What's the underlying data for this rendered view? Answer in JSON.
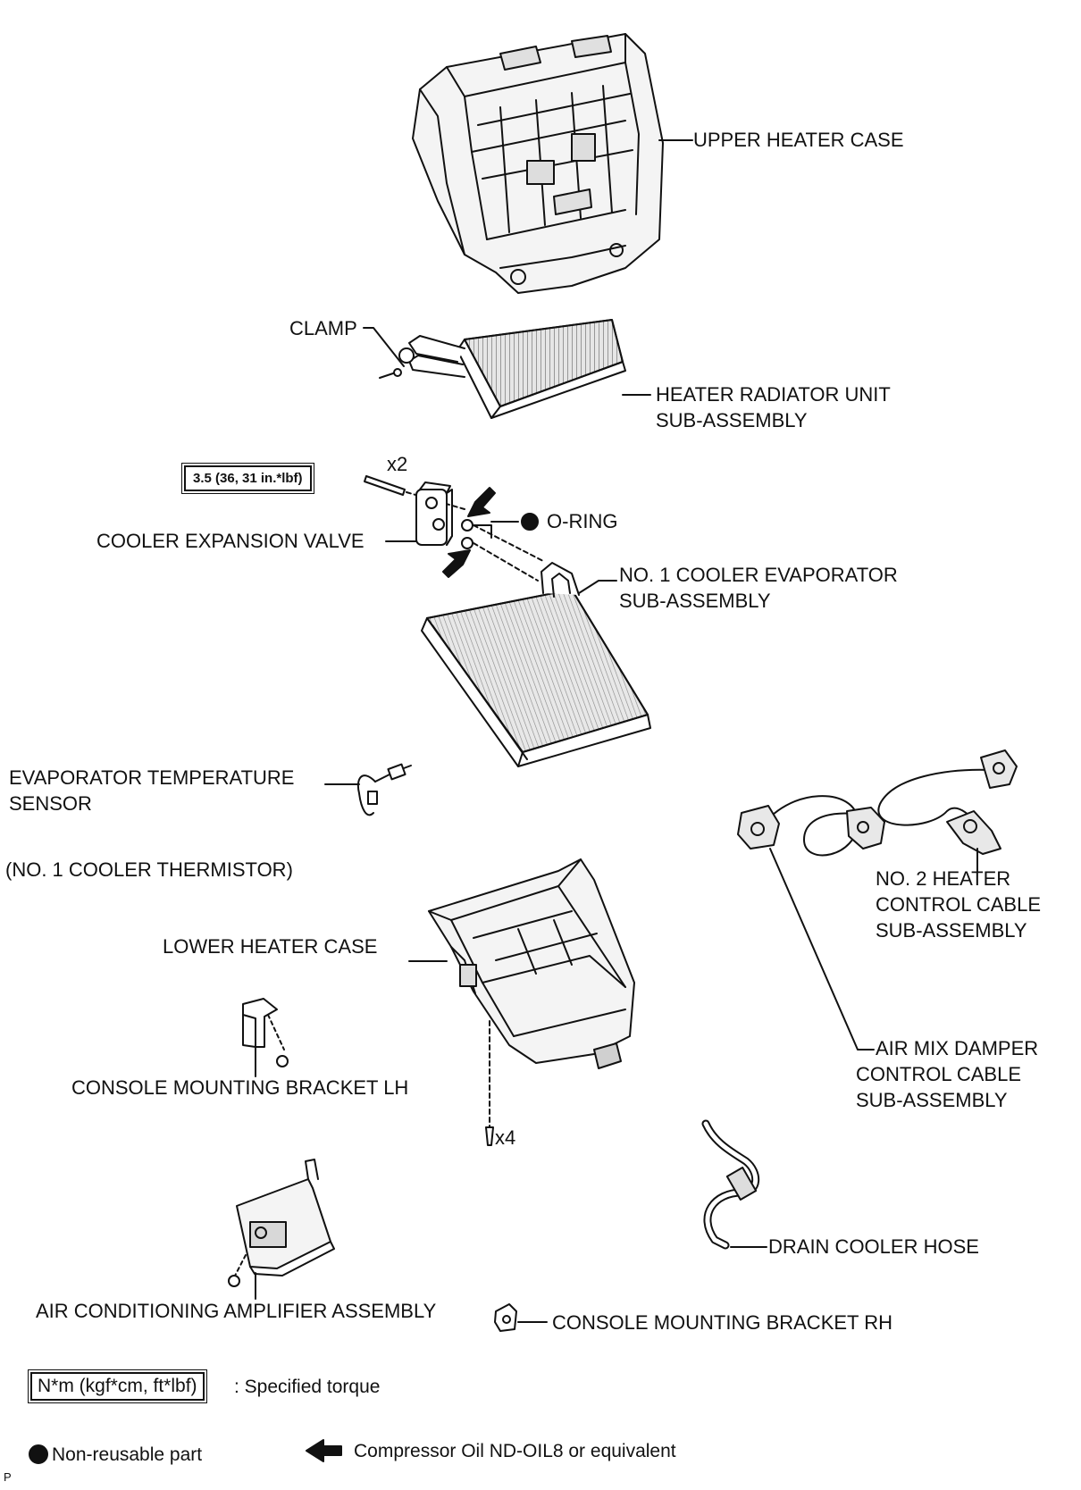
{
  "labels": {
    "upper_heater_case": "UPPER HEATER CASE",
    "clamp": "CLAMP",
    "heater_radiator_line1": "HEATER RADIATOR UNIT",
    "heater_radiator_line2": "SUB-ASSEMBLY",
    "torque_value": "3.5 (36, 31 in.*lbf)",
    "bolt_count": "x2",
    "o_ring": "O-RING",
    "cooler_expansion_valve": "COOLER EXPANSION VALVE",
    "evaporator_line1": "NO. 1 COOLER EVAPORATOR",
    "evaporator_line2": "SUB-ASSEMBLY",
    "temp_sensor_line1": "EVAPORATOR TEMPERATURE",
    "temp_sensor_line2": "SENSOR",
    "thermistor": "(NO. 1 COOLER THERMISTOR)",
    "no2_cable_line1": "NO. 2 HEATER",
    "no2_cable_line2": "CONTROL CABLE",
    "no2_cable_line3": "SUB-ASSEMBLY",
    "lower_heater_case": "LOWER HEATER CASE",
    "bracket_lh": "CONSOLE MOUNTING BRACKET LH",
    "air_mix_line1": "AIR MIX DAMPER",
    "air_mix_line2": "CONTROL CABLE",
    "air_mix_line3": "SUB-ASSEMBLY",
    "screw_count": "x4",
    "drain_hose": "DRAIN COOLER HOSE",
    "amplifier": "AIR CONDITIONING AMPLIFIER ASSEMBLY",
    "bracket_rh": "CONSOLE MOUNTING BRACKET RH"
  },
  "legend": {
    "torque_unit": "N*m (kgf*cm, ft*lbf)",
    "torque_desc": ": Specified torque",
    "non_reusable": "Non-reusable part",
    "compressor_oil": "Compressor Oil ND-OIL8 or equivalent"
  },
  "corner_mark": "P"
}
